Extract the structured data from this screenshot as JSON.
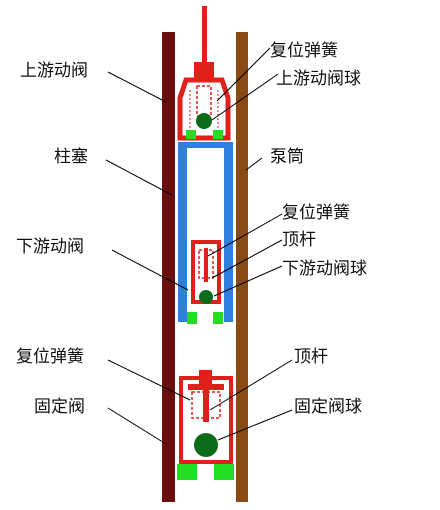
{
  "labels": {
    "upper_valve": "上游动阀",
    "upper_spring": "复位弹簧",
    "upper_ball": "上游动阀球",
    "plunger": "柱塞",
    "pump_barrel": "泵筒",
    "middle_spring": "复位弹簧",
    "middle_rod": "顶杆",
    "lower_valve": "下游动阀",
    "lower_ball": "下游动阀球",
    "fixed_spring": "复位弹簧",
    "fixed_rod": "顶杆",
    "fixed_valve": "固定阀",
    "fixed_ball": "固定阀球"
  },
  "colors": {
    "barrel_left": "#6b0e0e",
    "barrel_right": "#8a4a14",
    "plunger": "#2f7fe0",
    "valve": "#e0201a",
    "ball": "#0c6b1a",
    "seat": "#22dd22",
    "leader": "#000000"
  }
}
